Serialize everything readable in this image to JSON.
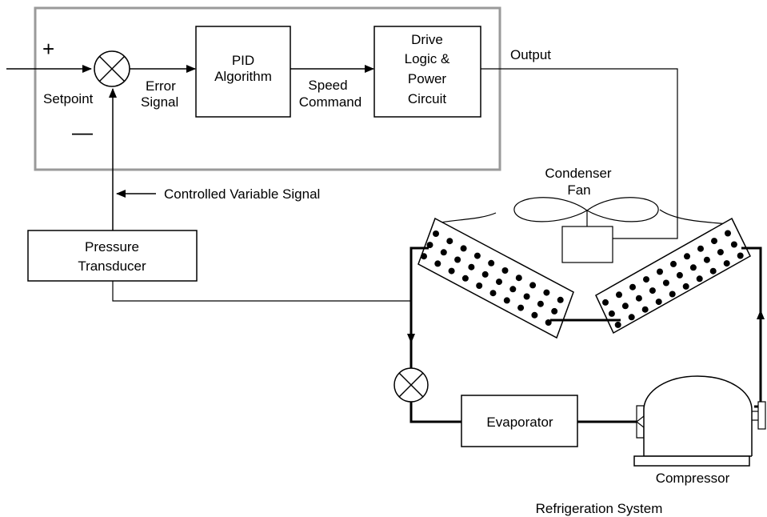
{
  "signs": {
    "plus": "+",
    "minus": "—"
  },
  "controller": {
    "setpoint": "Setpoint",
    "error_signal": [
      "Error",
      "Signal"
    ],
    "pid_block": [
      "PID",
      "Algorithm"
    ],
    "speed_command": [
      "Speed",
      "Command"
    ],
    "drive_block": [
      "Drive",
      "Logic &",
      "Power",
      "Circuit"
    ],
    "output": "Output"
  },
  "feedback": {
    "controlled_variable_signal": "Controlled Variable Signal",
    "pressure_transducer": [
      "Pressure",
      "Transducer"
    ]
  },
  "system": {
    "condenser_fan": [
      "Condenser",
      "Fan"
    ],
    "evaporator": "Evaporator",
    "compressor": "Compressor",
    "title": "Refrigeration System"
  }
}
